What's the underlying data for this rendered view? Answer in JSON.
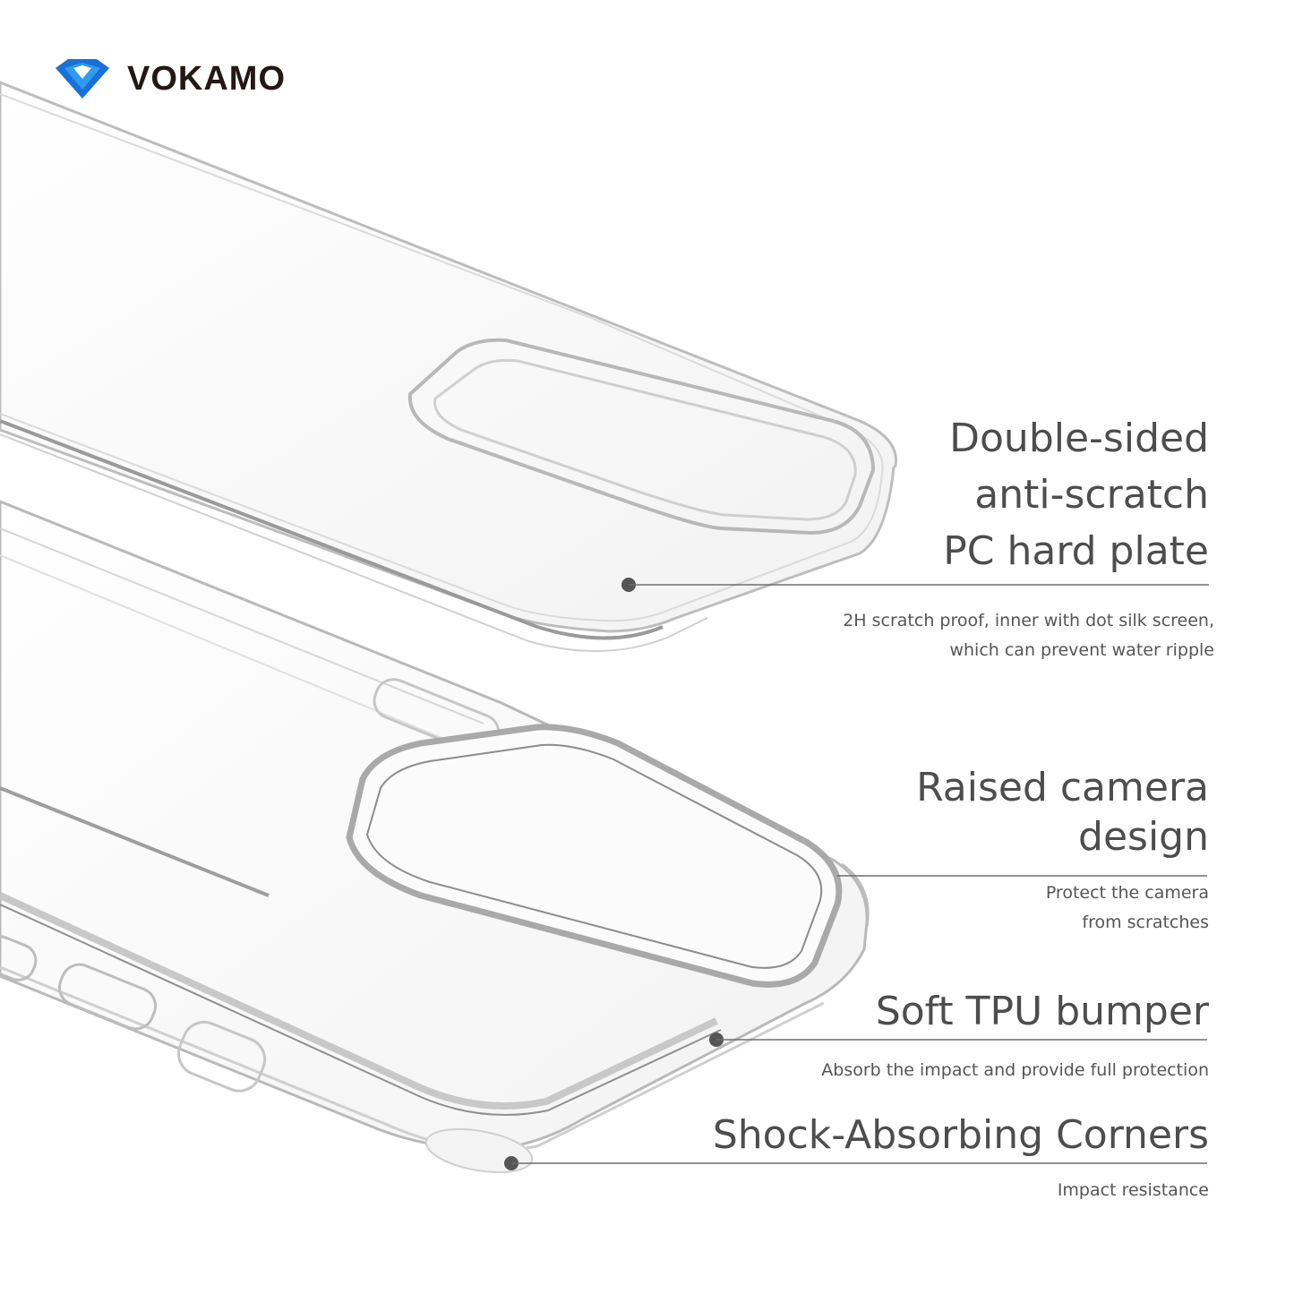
{
  "brand": {
    "name": "VOKAMO",
    "logo_icon": "diamond-icon",
    "logo_color": "#1a6fd8"
  },
  "features": [
    {
      "title_lines": [
        "Double-sided",
        "anti-scratch",
        "PC hard plate"
      ],
      "desc_lines": [
        "2H scratch proof, inner with dot silk screen,",
        "which can prevent water ripple"
      ]
    },
    {
      "title_lines": [
        "Raised camera",
        "design"
      ],
      "desc_lines": [
        "Protect the camera",
        "from scratches"
      ]
    },
    {
      "title_lines": [
        "Soft TPU bumper"
      ],
      "desc_lines": [
        "Absorb the impact and provide full protection"
      ]
    },
    {
      "title_lines": [
        "Shock-Absorbing Corners"
      ],
      "desc_lines": [
        "Impact resistance"
      ]
    }
  ],
  "colors": {
    "text": "#4d4d4d",
    "line": "#6b6b6b",
    "case_outline": "#c4c4c4"
  }
}
